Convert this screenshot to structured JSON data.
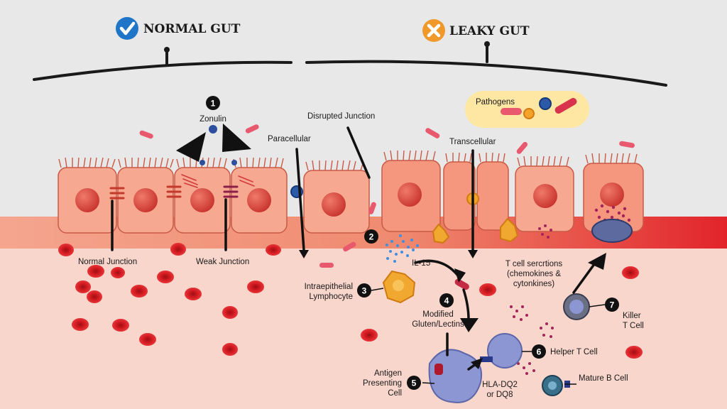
{
  "header": {
    "normal_title": "NORMAL GUT",
    "leaky_title": "LEAKY GUT"
  },
  "labels": {
    "zonulin": "Zonulin",
    "disrupted_junction": "Disrupted Junction",
    "paracellular": "Paracellular",
    "transcellular": "Transcellular",
    "pathogens": "Pathogens",
    "normal_junction": "Normal Junction",
    "weak_junction": "Weak Junction",
    "il15": "IL-15",
    "intraepithelial_1": "Intraepithelial",
    "intraepithelial_2": "Lymphocyte",
    "modified_1": "Modified",
    "modified_2": "Gluten/Lectins",
    "antigen_1": "Antigen",
    "antigen_2": "Presenting",
    "antigen_3": "Cell",
    "hla_1": "HLA-DQ2",
    "hla_2": "or DQ8",
    "helper": "Helper T Cell",
    "tcell_sec_1": "T cell sercrtions",
    "tcell_sec_2": "(chemokines &",
    "tcell_sec_3": "cytonkines)",
    "killer_1": "Killer",
    "killer_2": "T Cell",
    "mature_b": "Mature B Cell"
  },
  "steps": [
    "1",
    "2",
    "3",
    "4",
    "5",
    "6",
    "7"
  ],
  "colors": {
    "background": "#e8e8e9",
    "tissue": "#f9d6cc",
    "band_start": "#f4a08a",
    "band_end": "#e8262b",
    "cell_fill": "#f6a990",
    "cell_stroke": "#c95a45",
    "nucleus": "#d9433b",
    "blood_cell": "#d6191f",
    "check_blue": "#1f76c8",
    "cross_orange": "#f0982a",
    "pathogen_pill": "#fde7a3",
    "immune_cell": "#8c96d2",
    "lymphocyte": "#f0a830"
  }
}
